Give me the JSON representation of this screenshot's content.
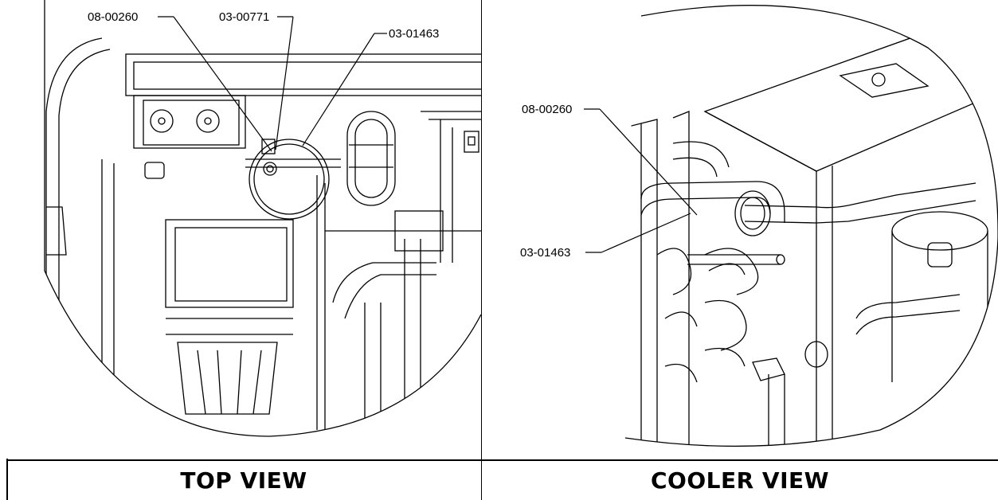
{
  "panels": {
    "top_view": {
      "caption": "TOP VIEW",
      "callouts": [
        "08-00260",
        "03-00771",
        "03-01463"
      ]
    },
    "cooler_view": {
      "caption": "COOLER VIEW",
      "callouts": [
        "08-00260",
        "03-01463"
      ]
    }
  }
}
